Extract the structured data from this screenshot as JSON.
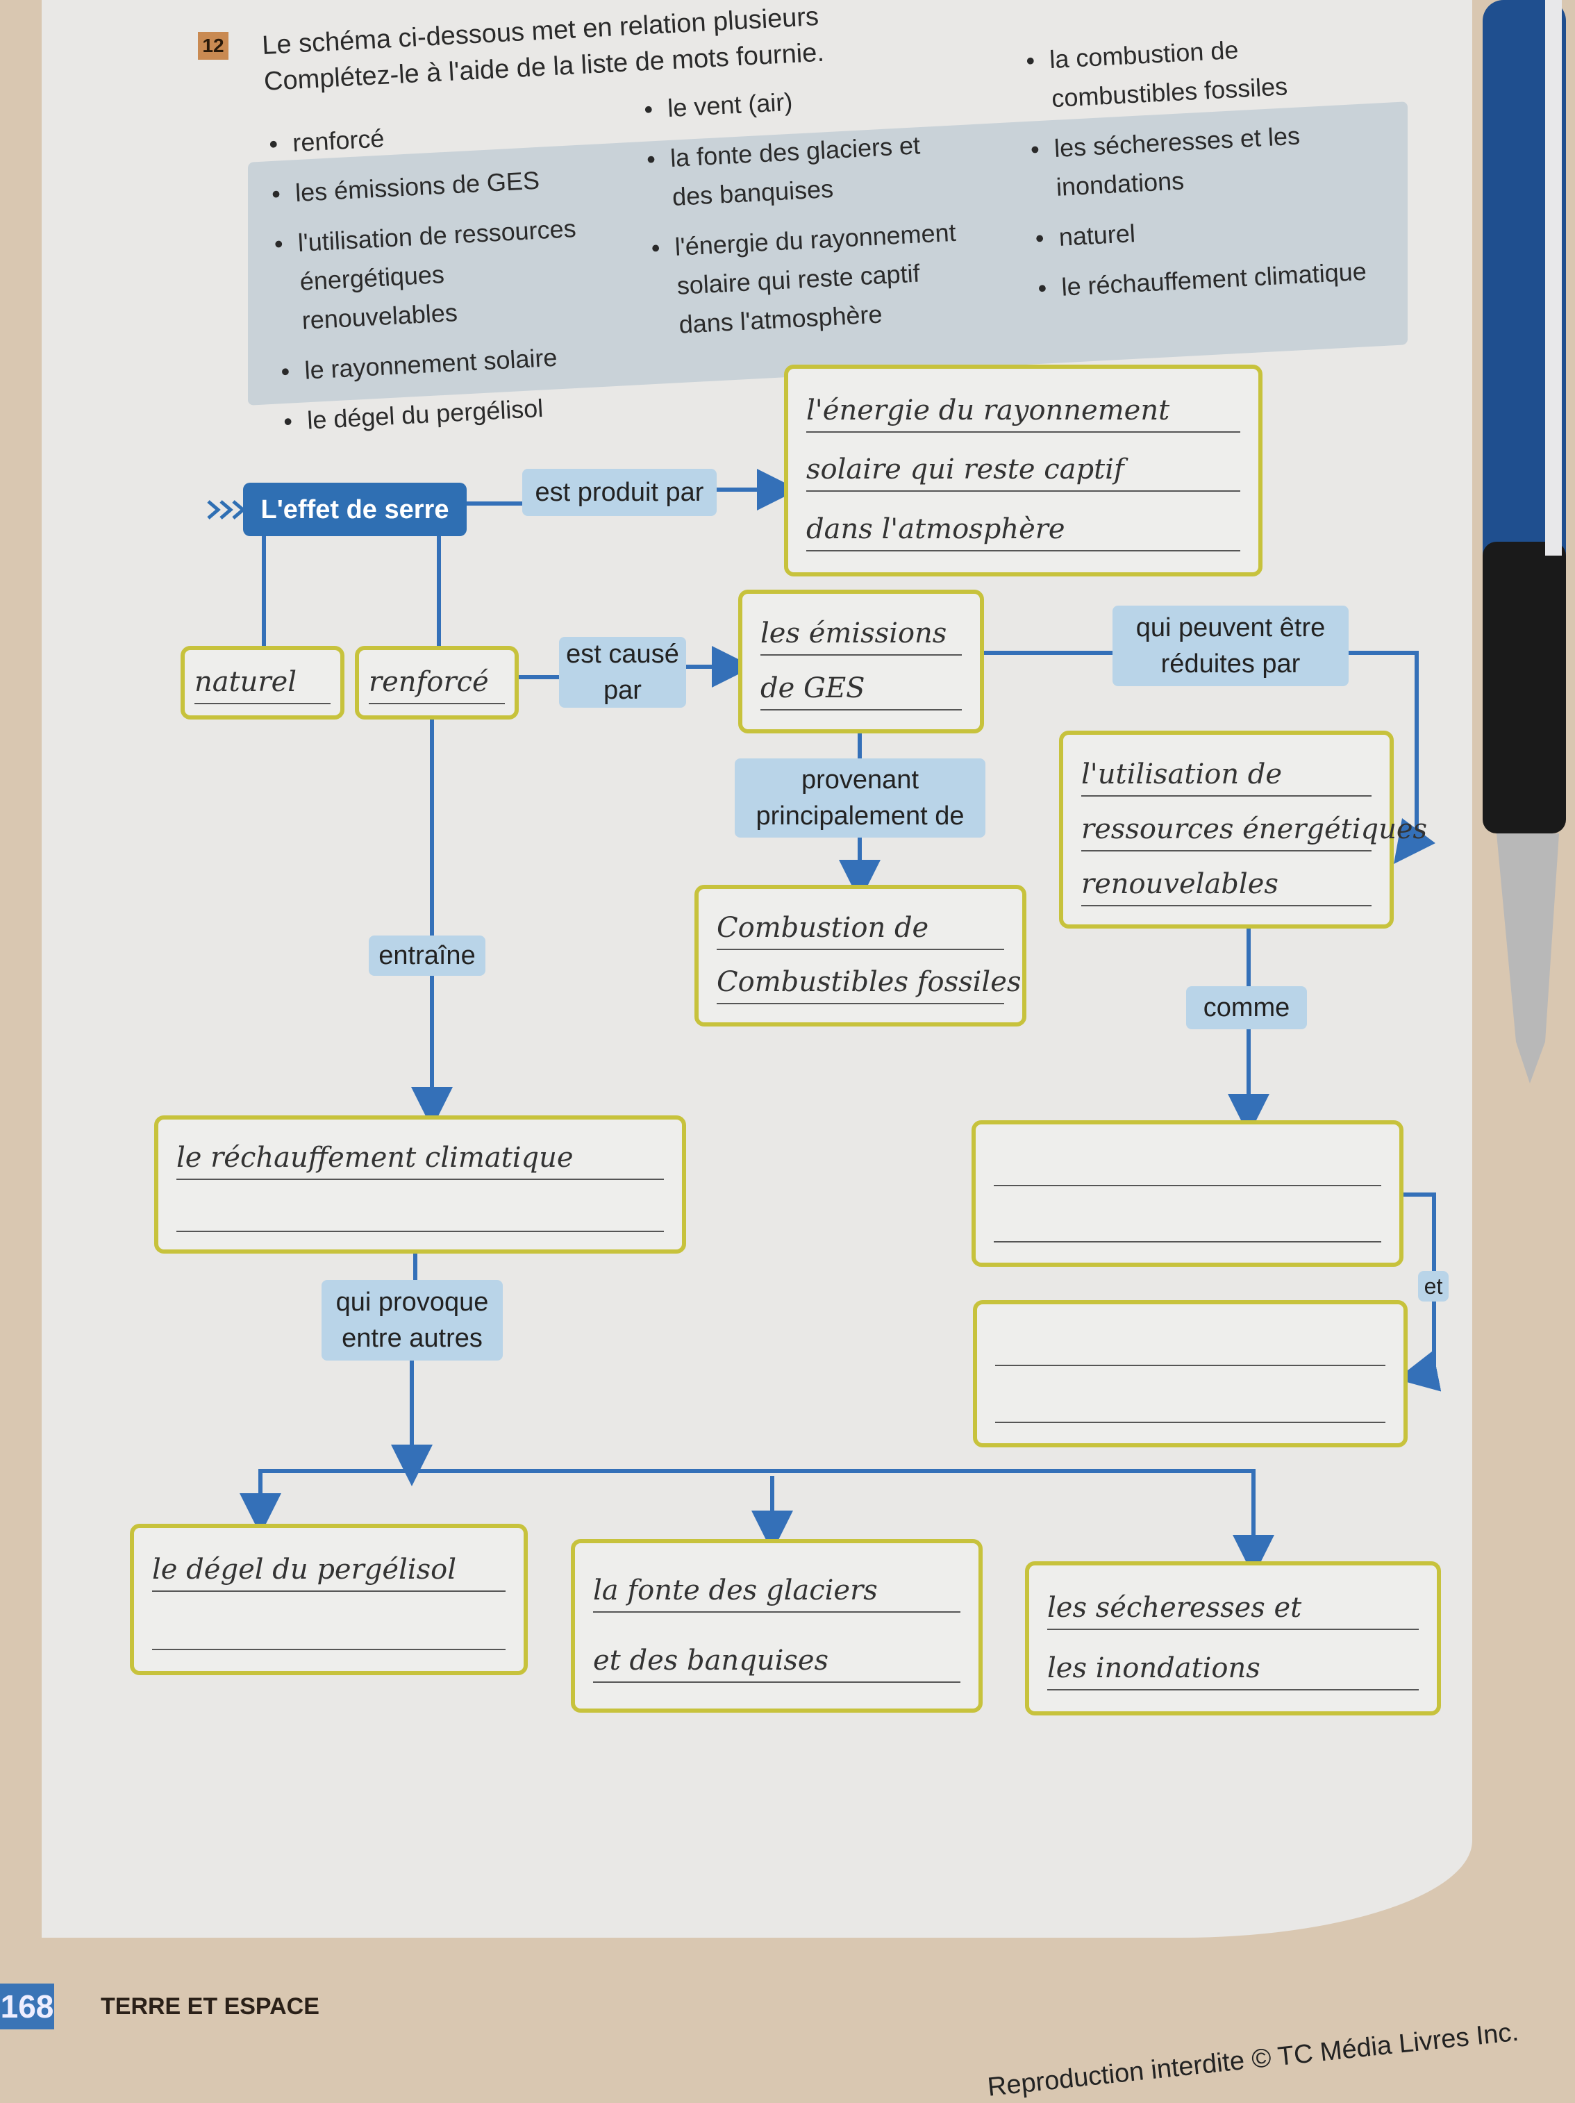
{
  "exercise": {
    "number": "12",
    "instruction_line1": "Le schéma ci-dessous met en relation plusieurs",
    "instruction_line2": "Complétez-le à l'aide de la liste de mots fournie."
  },
  "word_bank": {
    "col1": [
      "renforcé",
      "les émissions de GES",
      "l'utilisation de ressources énergétiques renouvelables",
      "le rayonnement solaire",
      "le dégel du pergélisol"
    ],
    "col2": [
      "le vent (air)",
      "la fonte des glaciers et des banquises",
      "l'énergie du rayonnement solaire qui reste captif dans l'atmosphère"
    ],
    "col3": [
      "la combustion de combustibles fossiles",
      "les sécheresses et les inondations",
      "naturel",
      "le réchauffement climatique"
    ]
  },
  "diagram": {
    "start_label": "L'effet de serre",
    "links": {
      "produced_by": "est produit par",
      "caused_by": "est causé par",
      "reduced_by": "qui peuvent être réduites par",
      "from_mainly": "provenant principalement de",
      "leads_to": "entraîne",
      "such_as": "comme",
      "and": "et",
      "causes": "qui provoque entre autres"
    },
    "answers": {
      "produced_by": [
        "l'énergie du rayonnement",
        "solaire qui reste captif",
        "dans l'atmosphère"
      ],
      "type1": "naturel",
      "type2": "renforcé",
      "caused_by": [
        "les émissions",
        "de GES"
      ],
      "from_mainly": [
        "Combustion de",
        "Combustibles fossiles"
      ],
      "reduced_by": [
        "l'utilisation de",
        "ressources énergétiques",
        "renouvelables"
      ],
      "such_as_1": [
        "",
        ""
      ],
      "such_as_2": [
        "",
        ""
      ],
      "leads_to": [
        "le réchauffement climatique",
        ""
      ],
      "effect1": [
        "le dégel du pergélisol",
        ""
      ],
      "effect2": [
        "la fonte des glaciers",
        "et des banquises"
      ],
      "effect3": [
        "les sécheresses et",
        "les inondations"
      ]
    }
  },
  "footer": {
    "page_number": "168",
    "section": "TERRE ET ESPACE",
    "copyright": "Reproduction interdite © TC Média Livres Inc."
  }
}
